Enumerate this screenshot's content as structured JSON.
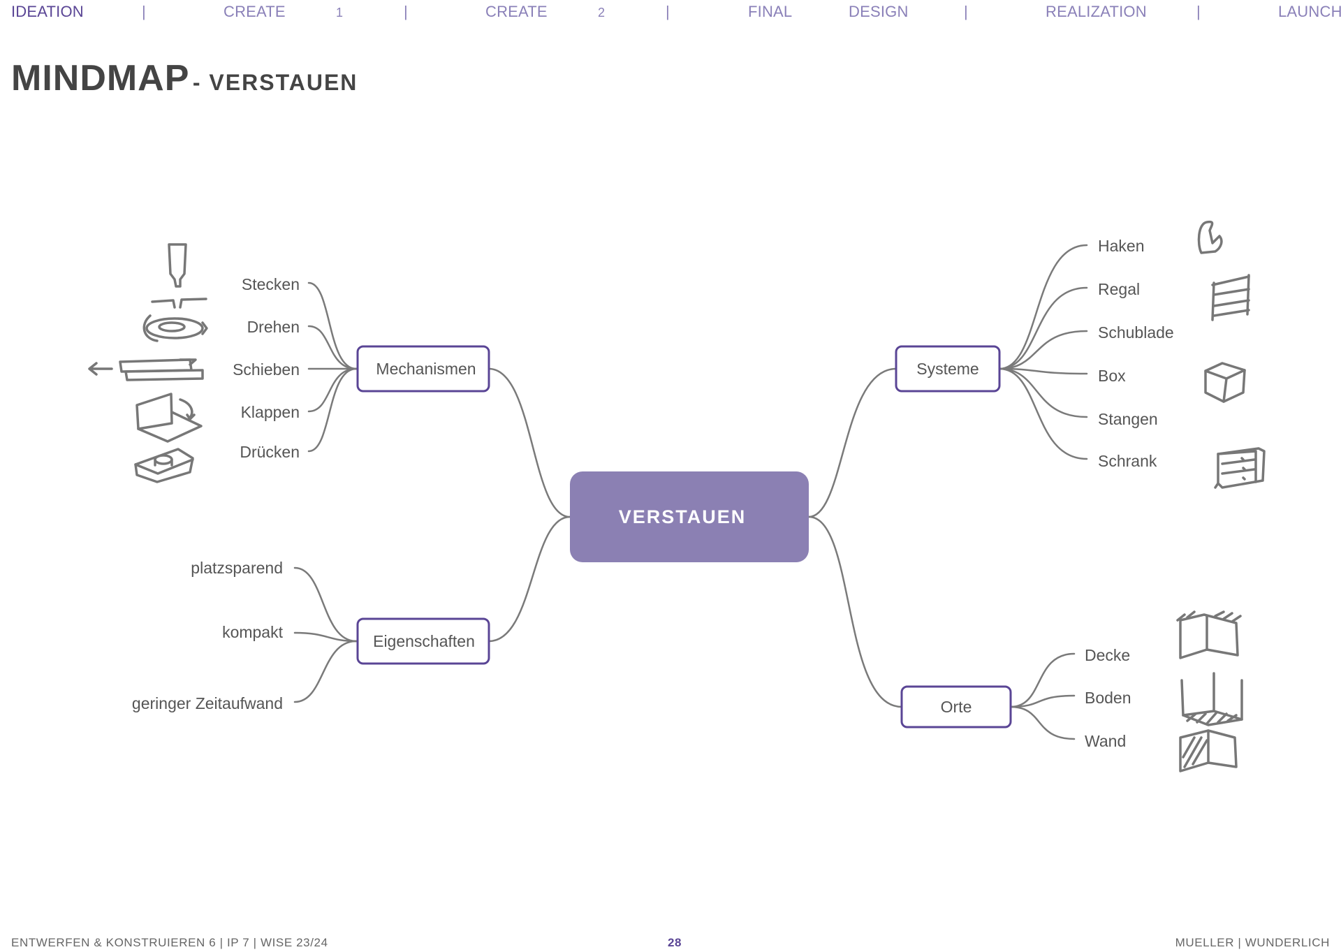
{
  "nav": {
    "items": [
      "IDEATION",
      "|",
      "CREATE",
      "1",
      "|",
      "CREATE",
      "2",
      "|",
      "FINAL",
      "DESIGN",
      "|",
      "REALIZATION",
      "|",
      "LAUNCH"
    ]
  },
  "page_title": {
    "main": "MINDMAP",
    "sub": "- VERSTAUEN"
  },
  "mindmap": {
    "center": "VERSTAUEN",
    "branches": {
      "mechanismen": {
        "label": "Mechanismen",
        "items": [
          "Stecken",
          "Drehen",
          "Schieben",
          "Klappen",
          "Drücken"
        ]
      },
      "eigenschaften": {
        "label": "Eigenschaften",
        "items": [
          "platzsparend",
          "kompakt",
          "geringer Zeitaufwand"
        ]
      },
      "systeme": {
        "label": "Systeme",
        "items": [
          "Haken",
          "Regal",
          "Schublade",
          "Box",
          "Stangen",
          "Schrank"
        ]
      },
      "orte": {
        "label": "Orte",
        "items": [
          "Decke",
          "Boden",
          "Wand"
        ]
      }
    },
    "colors": {
      "accent": "#5a4595",
      "center_fill": "#8b80b3",
      "line": "#7a7a7a",
      "sketch": "#777777"
    }
  },
  "footer": {
    "left": "ENTWERFEN & KONSTRUIEREN 6  |  IP 7  |  WISE 23/24",
    "page_number": "28",
    "right": "MUELLER | WUNDERLICH"
  }
}
